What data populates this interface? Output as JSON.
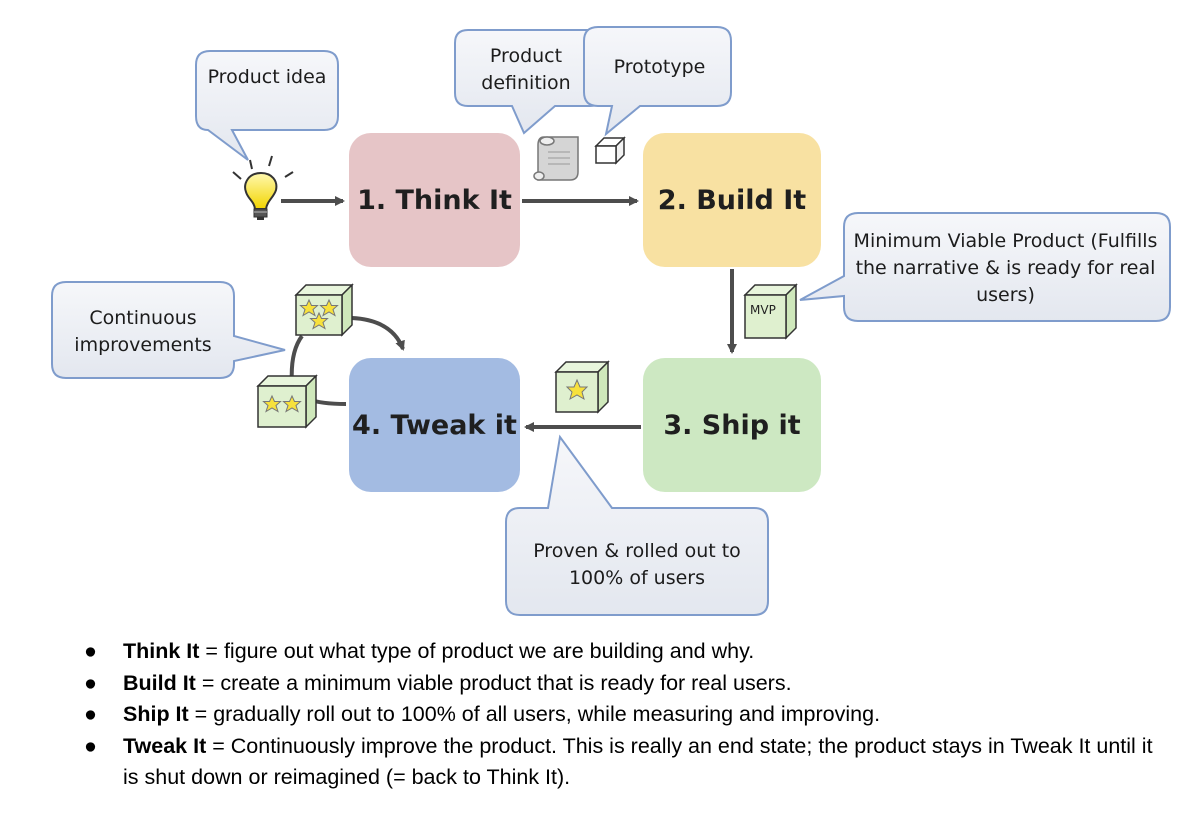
{
  "stages": {
    "think": "1. Think It",
    "build": "2. Build It",
    "ship": "3. Ship it",
    "tweak": "4. Tweak it"
  },
  "callouts": {
    "product_idea": "Product idea",
    "product_definition": "Product definition",
    "prototype": "Prototype",
    "mvp": "Minimum Viable Product (Fulfills the narrative & is ready for real users)",
    "continuous": "Continuous improvements",
    "proven": "Proven & rolled out to 100% of users"
  },
  "icons": {
    "lightbulb": "lightbulb-icon",
    "scroll": "scroll-icon",
    "prototype_box": "cube-icon",
    "mvp_box": "mvp-box-icon",
    "mvp_box_label": "MVP",
    "one_star_box": "one-star-box-icon",
    "two_star_box": "two-star-box-icon",
    "three_star_box": "three-star-box-icon"
  },
  "colors": {
    "think": "#e6c5c7",
    "build": "#f8e1a2",
    "ship": "#cde8c2",
    "tweak": "#a3bbe2",
    "callout_fill": "#eef0f5",
    "callout_border": "#7f9ccc",
    "arrow": "#4d4d4d"
  },
  "bullets": [
    {
      "term": "Think It",
      "text": " = figure out what type of product we are building and why."
    },
    {
      "term": "Build It",
      "text": " = create a minimum viable product that is ready for real users."
    },
    {
      "term": "Ship It",
      "text": " = gradually roll out to 100% of all users, while measuring and improving."
    },
    {
      "term": "Tweak It",
      "text": " = Continuously improve the product.  This is really an end state; the product stays in Tweak It until it is shut down or reimagined (= back to Think It)."
    }
  ]
}
